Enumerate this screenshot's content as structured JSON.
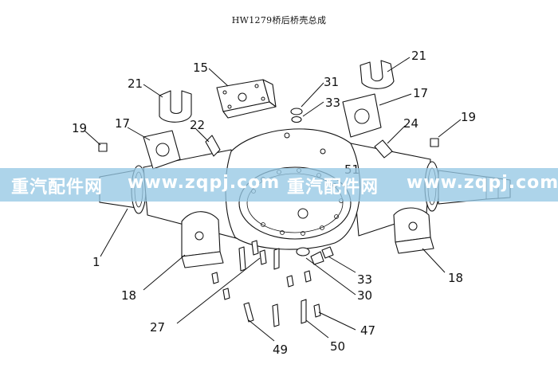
{
  "title": "HW1279桥后桥壳总成",
  "callouts": [
    "1",
    "15",
    "17",
    "17",
    "18",
    "18",
    "19",
    "19",
    "21",
    "21",
    "22",
    "24",
    "27",
    "30",
    "31",
    "33",
    "33",
    "47",
    "49",
    "50",
    "51"
  ],
  "watermark": {
    "segments": [
      "重汽配件网",
      "www.zqpj.com",
      "重汽配件网",
      "www.zqpj.com"
    ]
  }
}
